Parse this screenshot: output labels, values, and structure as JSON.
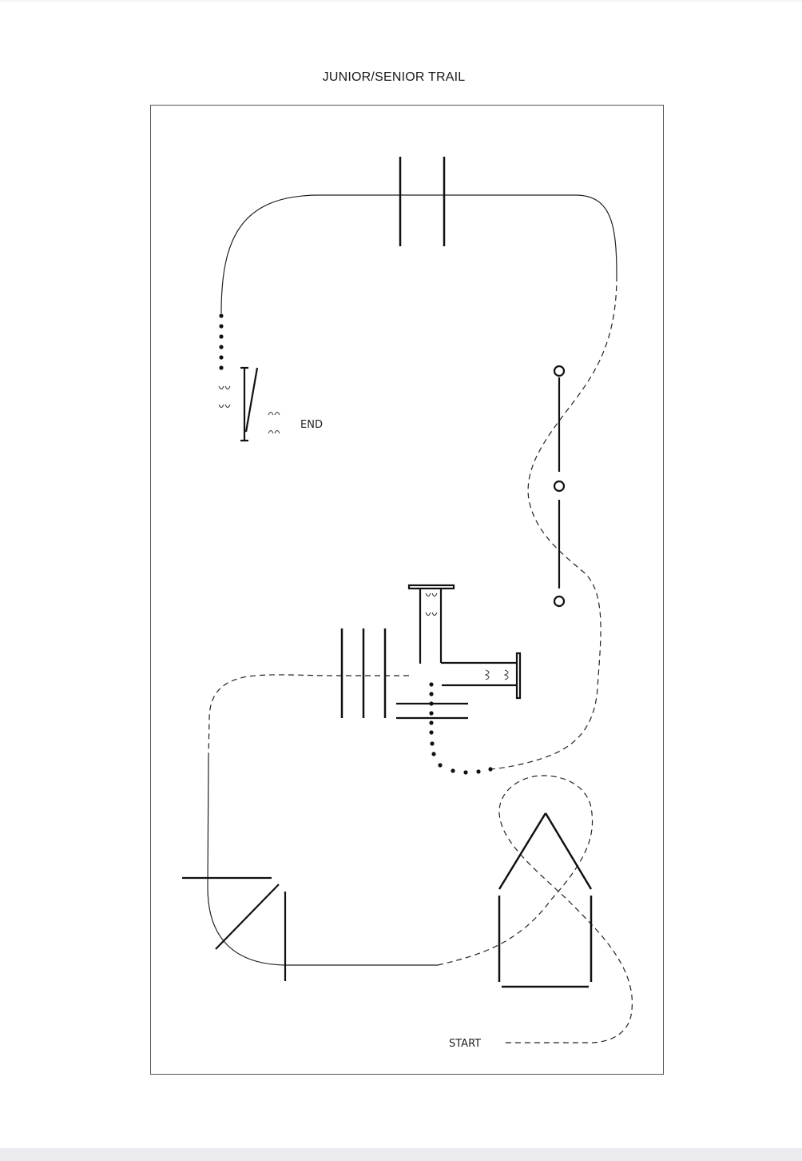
{
  "document": {
    "title": "JUNIOR/SENIOR TRAIL"
  },
  "trail": {
    "start_label": "START",
    "end_label": "END"
  }
}
